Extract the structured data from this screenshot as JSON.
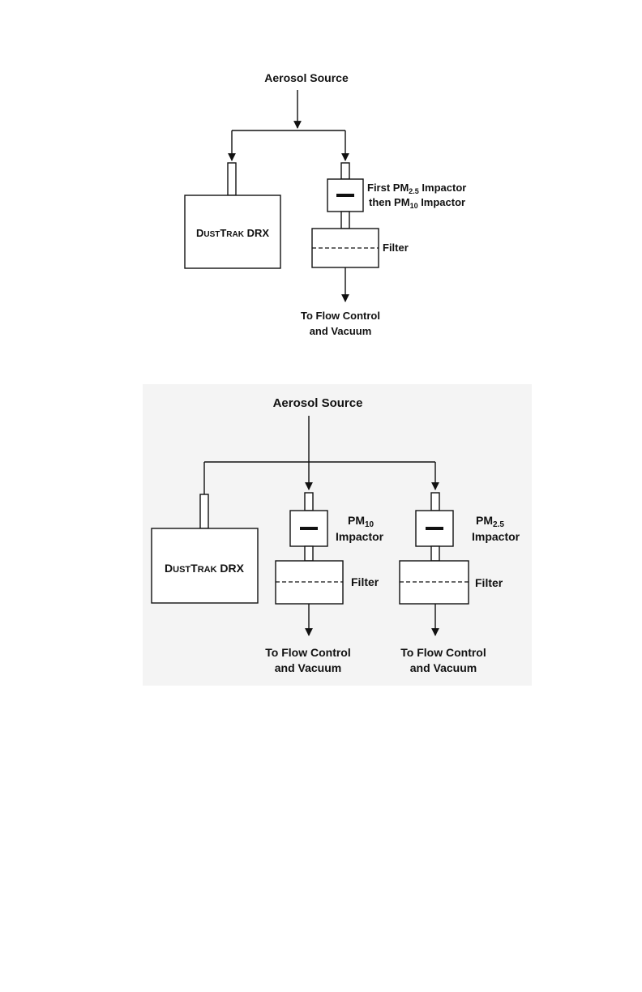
{
  "diagram1": {
    "source_label": "Aerosol Source",
    "monitor_label_cap1": "D",
    "monitor_label_small1": "UST",
    "monitor_label_cap2": "T",
    "monitor_label_small2": "RAK",
    "monitor_label_suffix": " DRX",
    "impactor_line1_pre": "First PM",
    "impactor_line1_sub": "2.5",
    "impactor_line1_post": " Impactor",
    "impactor_line2_pre": "then PM",
    "impactor_line2_sub": "10",
    "impactor_line2_post": " Impactor",
    "filter_label": "Filter",
    "outlet_line1": "To Flow Control",
    "outlet_line2": "and Vacuum"
  },
  "diagram2": {
    "source_label": "Aerosol Source",
    "monitor_label_cap1": "D",
    "monitor_label_small1": "UST",
    "monitor_label_cap2": "T",
    "monitor_label_small2": "RAK",
    "monitor_label_suffix": " DRX",
    "impactor_a_pre": "PM",
    "impactor_a_sub": "10",
    "impactor_a_line2": "Impactor",
    "impactor_b_pre": "PM",
    "impactor_b_sub": "2.5",
    "impactor_b_line2": "Impactor",
    "filter_a_label": "Filter",
    "filter_b_label": "Filter",
    "outlet_a_line1": "To Flow Control",
    "outlet_a_line2": "and Vacuum",
    "outlet_b_line1": "To Flow Control",
    "outlet_b_line2": "and Vacuum"
  }
}
